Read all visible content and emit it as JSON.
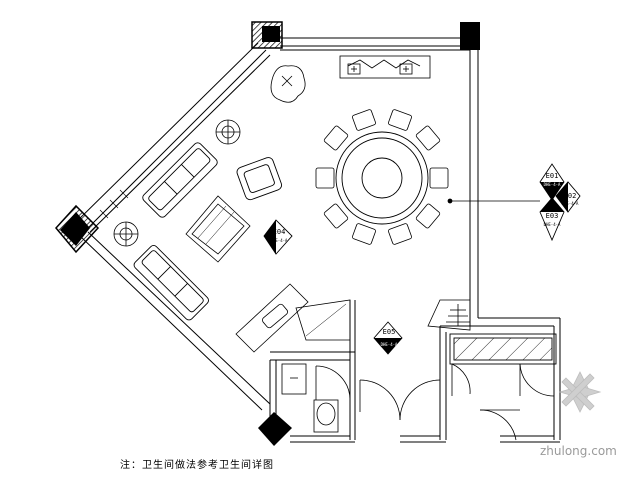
{
  "elevation_markers": {
    "e01": {
      "ref": "E01",
      "sheet": "DHE-4-A"
    },
    "e02": {
      "ref": "E02",
      "sheet": "DHE-4-A"
    },
    "e03": {
      "ref": "E03",
      "sheet": "DHE-4-A"
    },
    "e04": {
      "ref": "E04",
      "sheet": "DHE-4-A"
    },
    "e05": {
      "ref": "E05",
      "sheet": "DHE-4-A"
    }
  },
  "note": "注：卫生间做法参考卫生间详图",
  "watermark": {
    "text": "zhulong.com",
    "color": "#9a9a9a"
  },
  "colors": {
    "line": "#000000",
    "background": "#ffffff"
  }
}
